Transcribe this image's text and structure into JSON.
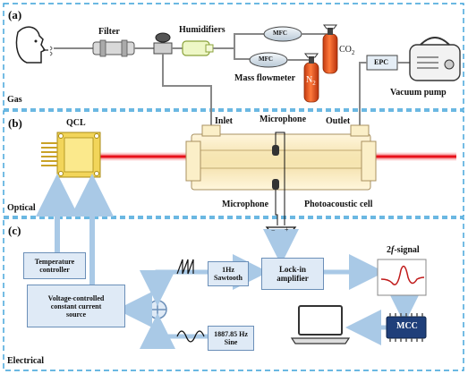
{
  "panels": {
    "a": {
      "label": "(a)",
      "section": "Gas"
    },
    "b": {
      "label": "(b)",
      "section": "Optical"
    },
    "c": {
      "label": "(c)",
      "section": "Electrical"
    }
  },
  "gas": {
    "filter": "Filter",
    "humidifiers": "Humidifiers",
    "mfc_top": "MFC",
    "mfc_bottom": "MFC",
    "co2": "CO",
    "co2_sub": "2",
    "n2": "N",
    "n2_sub": "2",
    "mass_flowmeter": "Mass flowmeter",
    "epc": "EPC",
    "vacuum_pump": "Vacuum pump"
  },
  "optical": {
    "qcl": "QCL",
    "inlet": "Inlet",
    "outlet": "Outlet",
    "microphone_top": "Microphone",
    "microphone_bottom": "Microphone",
    "photoacoustic_cell": "Photoacoustic cell"
  },
  "electrical": {
    "temperature_controller_l1": "Temperature",
    "temperature_controller_l2": "controller",
    "vccs_l1": "Voltage-controlled",
    "vccs_l2": "constant current",
    "vccs_l3": "source",
    "sawtooth_l1": "1Hz",
    "sawtooth_l2": "Sawtooth",
    "sine_l1": "1887.85 Hz",
    "sine_l2": "Sine",
    "lockin_l1": "Lock-in",
    "lockin_l2": "amplifier",
    "signal_prefix": "2",
    "signal_f": "f",
    "signal_suffix": "-signal",
    "mcc": "MCC",
    "amp_minus": "−",
    "amp_plus": "+"
  },
  "colors": {
    "dashed_border": "#3aa0d8",
    "arrow_fill": "#a9c9e6",
    "box_fill": "#dfeaf6",
    "laser": "#e8101a",
    "cylinder": "#e8541e"
  }
}
